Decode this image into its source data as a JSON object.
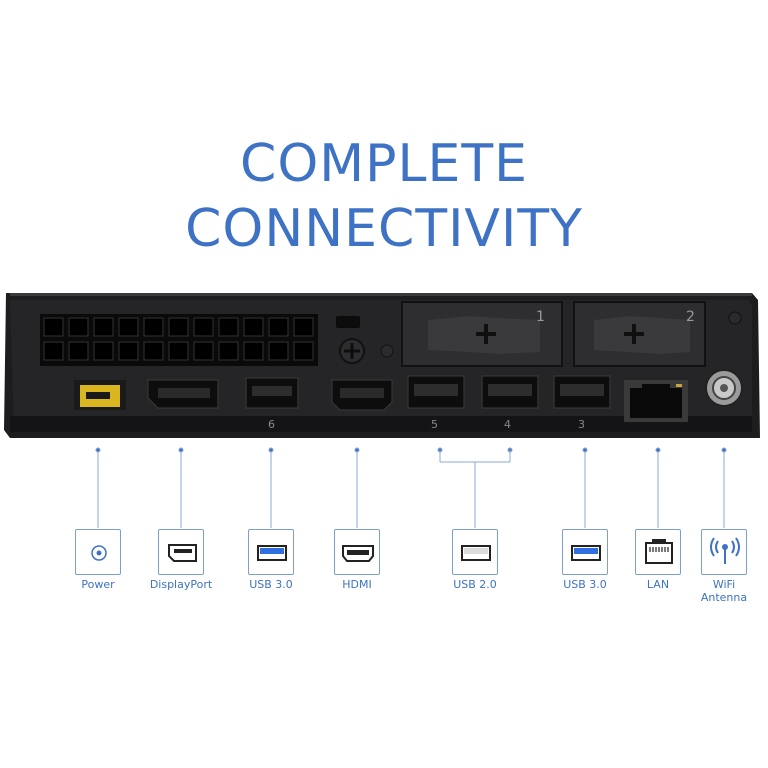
{
  "headline": {
    "line1": "COMPLETE",
    "line2": "CONNECTIVITY"
  },
  "device": {
    "bay_numbers": [
      "1",
      "2"
    ],
    "port_numbers": [
      "6",
      "5",
      "4",
      "3"
    ]
  },
  "ports": [
    {
      "label": "Power",
      "icon": "power-icon"
    },
    {
      "label": "DisplayPort",
      "icon": "displayport-icon"
    },
    {
      "label": "USB 3.0",
      "icon": "usb3-icon"
    },
    {
      "label": "HDMI",
      "icon": "hdmi-icon"
    },
    {
      "label": "USB 2.0",
      "icon": "usb2-icon"
    },
    {
      "label": "USB 3.0",
      "icon": "usb3-icon"
    },
    {
      "label": "LAN",
      "icon": "lan-icon"
    },
    {
      "label": "WiFi\nAntenna",
      "icon": "wifi-antenna-icon"
    }
  ],
  "colors": {
    "accent": "#3d72c4",
    "chassis": "#1e1e1e",
    "usb3_blue": "#2f6fe0",
    "power_yellow": "#d9b51f"
  }
}
